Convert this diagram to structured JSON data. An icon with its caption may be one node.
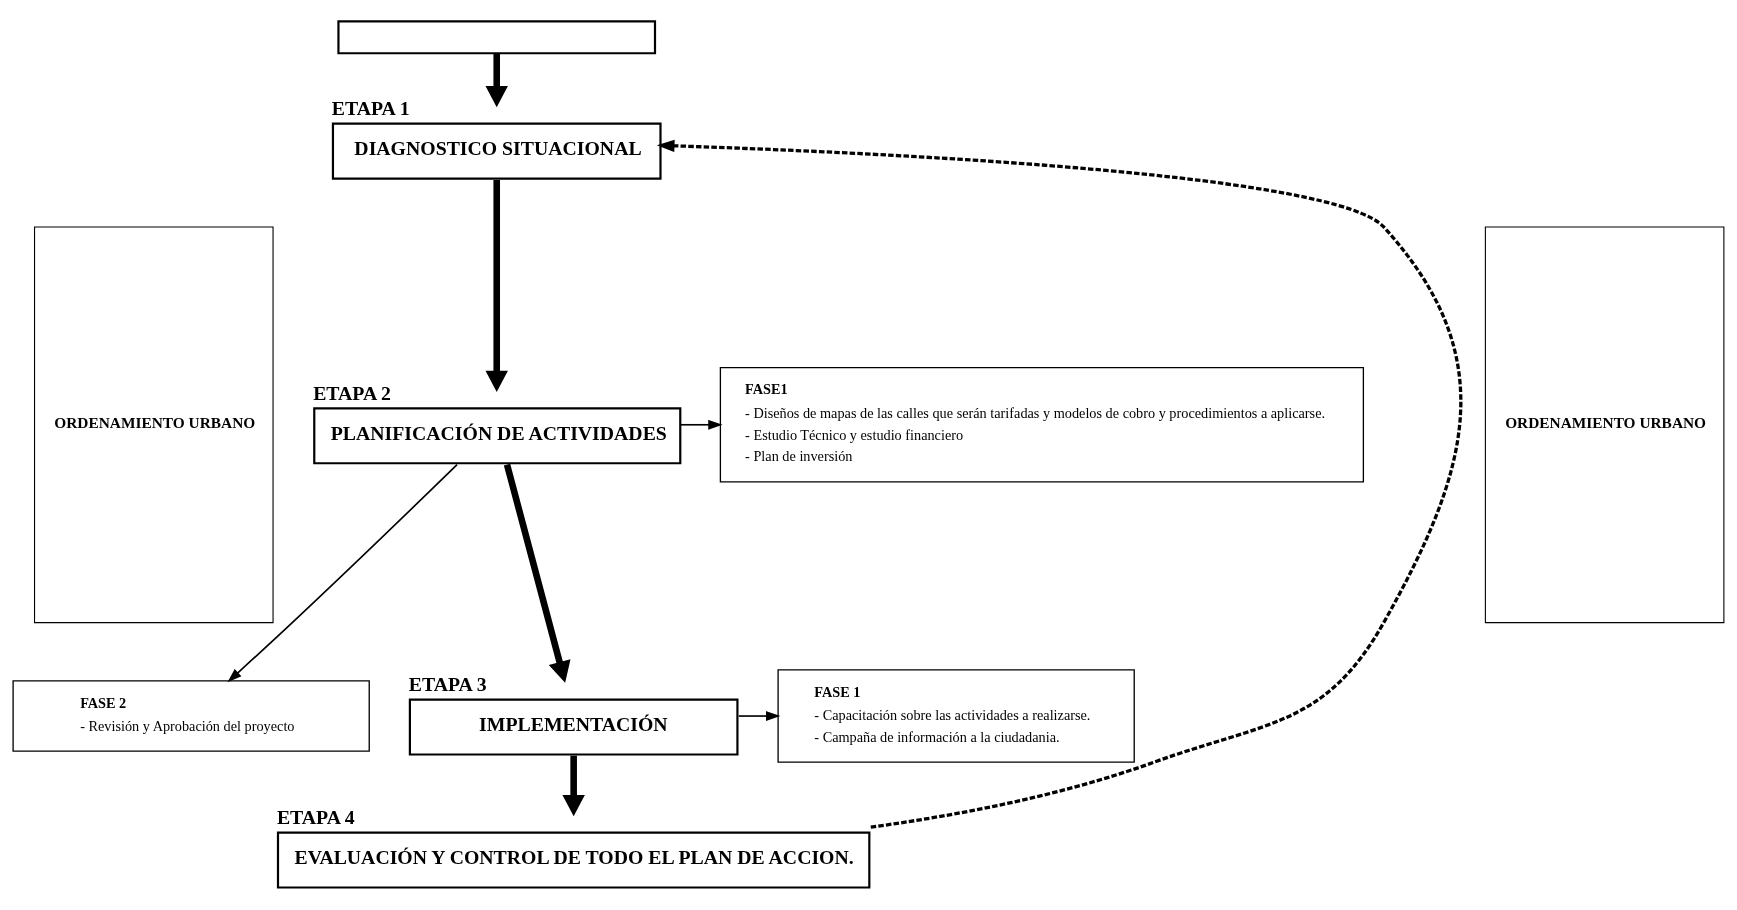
{
  "diagram": {
    "nodes": [
      {
        "text": [],
        "shape": "box"
      },
      {
        "text": [
          "DIAGNOSTICO SITUACIONAL"
        ],
        "beside": [
          "ETAPA 1"
        ]
      },
      {
        "text": [
          "PLANIFICACIÓN DE ACTIVIDADES"
        ],
        "beside": [
          "ETAPA 2"
        ]
      },
      {
        "text": [
          "FASE1",
          "- Diseños de mapas de las calles que serán tarifadas y modelos de cobro y procedimientos a aplicarse.",
          "- Estudio Técnico y estudio financiero",
          "- Plan de inversión"
        ]
      },
      {
        "text": [
          "FASE 2",
          "- Revisión y Aprobación del proyecto"
        ]
      },
      {
        "text": [
          "IMPLEMENTACIÓN"
        ],
        "beside": [
          "ETAPA 3"
        ]
      },
      {
        "text": [
          "FASE 1",
          "- Capacitación sobre las actividades a realizarse.",
          "- Campaña de información a la ciudadania."
        ]
      },
      {
        "text": [
          "EVALUACIÓN Y CONTROL DE TODO EL PLAN DE ACCION."
        ],
        "beside": [
          "ETAPA 4"
        ]
      },
      {
        "text": [
          "ORDENAMIENTO URBANO"
        ]
      },
      {
        "text": [
          "ORDENAMIENTO URBANO"
        ]
      }
    ],
    "edges": [
      {
        "from": 0,
        "to": 1,
        "arrow": "to",
        "style": "thick"
      },
      {
        "from": 1,
        "to": 2,
        "arrow": "to",
        "style": "thick"
      },
      {
        "from": 2,
        "to": 3,
        "arrow": "to"
      },
      {
        "from": 2,
        "to": 4,
        "arrow": "to"
      },
      {
        "from": 2,
        "to": 5,
        "arrow": "to",
        "style": "thick"
      },
      {
        "from": 5,
        "to": 6,
        "arrow": "to"
      },
      {
        "from": 5,
        "to": 7,
        "arrow": "to",
        "style": "thick"
      },
      {
        "from": 7,
        "to": 1,
        "arrow": "to",
        "style": "dashed"
      }
    ]
  }
}
